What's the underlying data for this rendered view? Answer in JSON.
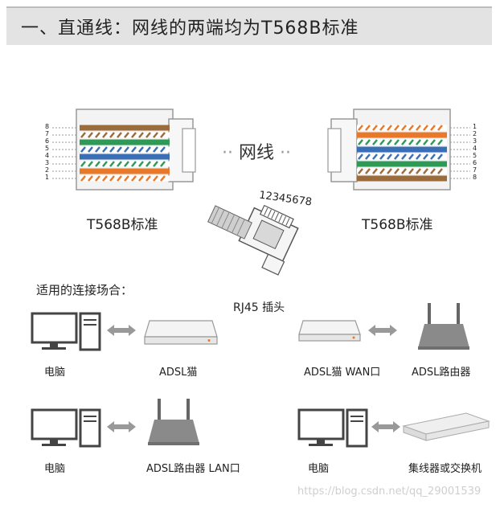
{
  "header": {
    "title": "一、直通线：网线的两端均为T568B标准"
  },
  "left_connector": {
    "label": "T568B标准",
    "pins": [
      "8",
      "7",
      "6",
      "5",
      "4",
      "3",
      "2",
      "1"
    ]
  },
  "right_connector": {
    "label": "T568B标准",
    "pins": [
      "1",
      "2",
      "3",
      "4",
      "5",
      "6",
      "7",
      "8"
    ]
  },
  "cable_label": "网线",
  "plug": {
    "numbers": "12345678",
    "label": "RJ45 插头"
  },
  "scenarios_title": "适用的连接场合：",
  "scenarios": [
    {
      "left": "电脑",
      "right": "ADSL猫"
    },
    {
      "left": "ADSL猫 WAN口",
      "right": "ADSL路由器"
    },
    {
      "left": "电脑",
      "right": "ADSL路由器 LAN口"
    },
    {
      "left": "电脑",
      "right": "集线器或交换机"
    }
  ],
  "watermark": "https://blog.csdn.net/qq_29001539",
  "colors": {
    "orange": "#e8782a",
    "green": "#2f9a55",
    "blue": "#3a6fb5",
    "brown": "#9c6b3c",
    "header_bg": "#e3e3e3",
    "device_gray": "#888888"
  }
}
